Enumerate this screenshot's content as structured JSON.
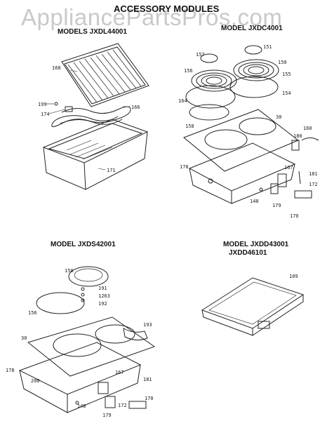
{
  "watermark": "AppliancePartsPros.com",
  "header": {
    "title": "ACCESSORY MODULES"
  },
  "models": {
    "top_left": "MODELS JXDL44001",
    "top_right": "MODEL JXDC4001",
    "bottom_left": "MODEL JXDS42001",
    "bottom_right_1": "MODEL JXDD43001",
    "bottom_right_2": "JXDD46101"
  },
  "callouts": {
    "grill": [
      "168",
      "199",
      "174",
      "166",
      "171"
    ],
    "coil": [
      "157",
      "151",
      "156",
      "150",
      "155",
      "164",
      "154",
      "158",
      "30",
      "180",
      "160",
      "178",
      "167",
      "181",
      "172",
      "148",
      "179",
      "170"
    ],
    "smooth": [
      "150",
      "191",
      "1263",
      "192",
      "156",
      "193",
      "30",
      "178",
      "200",
      "167",
      "181",
      "148",
      "172",
      "170",
      "179"
    ],
    "griddle": [
      "109"
    ]
  }
}
